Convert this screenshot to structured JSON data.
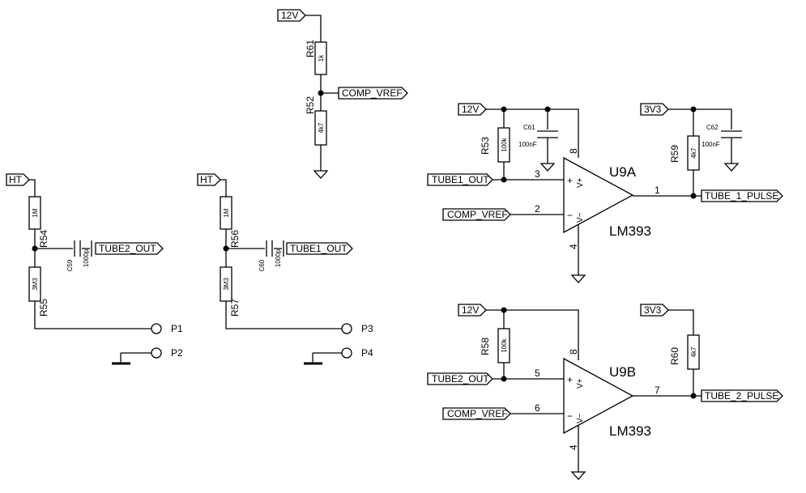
{
  "labels": {
    "v12": "12V",
    "v3v3": "3V3",
    "ht": "HT",
    "comp_vref": "COMP_VREF",
    "tube1_out": "TUBE1_OUT",
    "tube2_out": "TUBE2_OUT",
    "tube_1_pulse": "TUBE_1_PULSE",
    "tube_2_pulse": "TUBE_2_PULSE"
  },
  "parts": {
    "r61": {
      "ref": "R61",
      "value": "1k"
    },
    "r52": {
      "ref": "R52",
      "value": "4k7"
    },
    "r53": {
      "ref": "R53",
      "value": "100k"
    },
    "r58": {
      "ref": "R58",
      "value": "100k"
    },
    "r59": {
      "ref": "R59",
      "value": "4k7"
    },
    "r60": {
      "ref": "R60",
      "value": "4k7"
    },
    "r54": {
      "ref": "R54",
      "value": "1M"
    },
    "r55": {
      "ref": "R55",
      "value": "3M3"
    },
    "r56": {
      "ref": "R56",
      "value": "1M"
    },
    "r57": {
      "ref": "R57",
      "value": "3M3"
    },
    "c59": {
      "ref": "C59",
      "value": "1000p"
    },
    "c60": {
      "ref": "C60",
      "value": "1000p"
    },
    "c61": {
      "ref": "C61",
      "value": "100nF"
    },
    "c62": {
      "ref": "C62",
      "value": "100nF"
    },
    "u9a": {
      "ref": "U9A",
      "value": "LM393"
    },
    "u9b": {
      "ref": "U9B",
      "value": "LM393"
    }
  },
  "pins": {
    "plus": "+",
    "minus": "−",
    "vplus": "V+",
    "vminus": "V−",
    "a_in_plus": "3",
    "a_in_minus": "2",
    "a_out": "1",
    "a_vcc": "8",
    "a_gnd": "4",
    "b_in_plus": "5",
    "b_in_minus": "6",
    "b_out": "7",
    "b_vcc": "8",
    "b_gnd": "4"
  },
  "connectors": {
    "p1": "P1",
    "p2": "P2",
    "p3": "P3",
    "p4": "P4"
  }
}
